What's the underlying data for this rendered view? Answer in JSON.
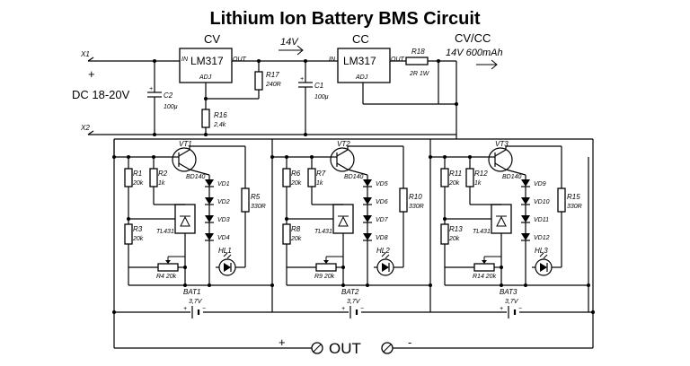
{
  "title": "Lithium Ion Battery BMS Circuit",
  "top": {
    "x1": "X1",
    "x2": "X2",
    "plus": "+",
    "dc": "DC 18-20V",
    "cv": "CV",
    "cc": "CC",
    "v14": "14V",
    "cvcc": "CV/CC",
    "out_spec": "14V 600mAh",
    "u1": {
      "name": "LM317",
      "in": "IN",
      "out": "OUT",
      "adj": "ADJ"
    },
    "u2": {
      "name": "LM317",
      "in": "IN",
      "out": "OUT",
      "adj": "ADJ"
    },
    "c2": "C2",
    "c2v": "100µ",
    "r17": "R17",
    "r17v": "240R",
    "r16": "R16",
    "r16v": "2,4k",
    "c1": "C1",
    "c1v": "100µ",
    "r18": "R18",
    "r18v": "2R 1W"
  },
  "cells": [
    {
      "vt": "VT1",
      "bd": "BD140",
      "ra": "R1",
      "rav": "20k",
      "rb": "R2",
      "rbv": "1k",
      "rc": "R3",
      "rcv": "20k",
      "rp": "R4 20k",
      "rl": "R5",
      "rlv": "330R",
      "tl": "TL431",
      "d1": "VD1",
      "d2": "VD2",
      "d3": "VD3",
      "d4": "VD4",
      "hl": "HL1",
      "bat": "BAT1",
      "batv": "3,7V"
    },
    {
      "vt": "VT2",
      "bd": "BD140",
      "ra": "R6",
      "rav": "20k",
      "rb": "R7",
      "rbv": "1k",
      "rc": "R8",
      "rcv": "20k",
      "rp": "R9 20k",
      "rl": "R10",
      "rlv": "330R",
      "tl": "TL431",
      "d1": "VD5",
      "d2": "VD6",
      "d3": "VD7",
      "d4": "VD8",
      "hl": "HL2",
      "bat": "BAT2",
      "batv": "3,7V"
    },
    {
      "vt": "VT3",
      "bd": "BD140",
      "ra": "R11",
      "rav": "20k",
      "rb": "R12",
      "rbv": "1k",
      "rc": "R13",
      "rcv": "20k",
      "rp": "R14 20k",
      "rl": "R15",
      "rlv": "330R",
      "tl": "TL431",
      "d1": "VD9",
      "d2": "VD10",
      "d3": "VD11",
      "d4": "VD12",
      "hl": "HL3",
      "bat": "BAT3",
      "batv": "3,7V"
    }
  ],
  "bottom": {
    "plus": "+",
    "minus": "-",
    "out": "OUT"
  }
}
